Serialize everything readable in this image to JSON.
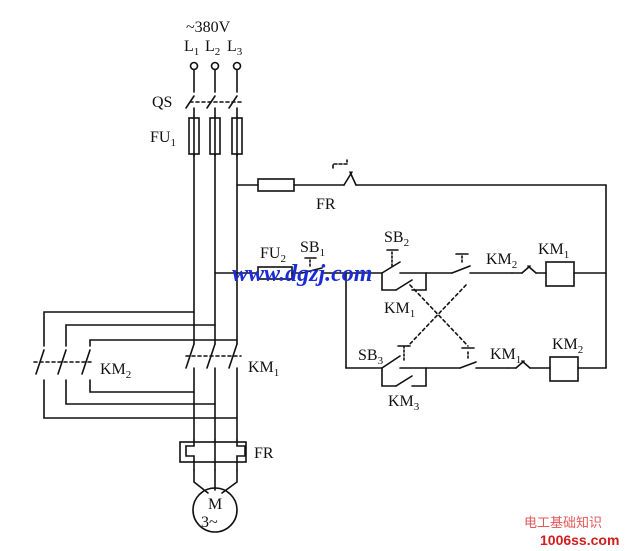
{
  "supply": {
    "voltage": "~380V",
    "phases": [
      {
        "letter": "L",
        "sub": "1"
      },
      {
        "letter": "L",
        "sub": "2"
      },
      {
        "letter": "L",
        "sub": "3"
      }
    ]
  },
  "labels": {
    "qs": "QS",
    "fu1": {
      "main": "FU",
      "sub": "1"
    },
    "fr_contact": "FR",
    "fu2": {
      "main": "FU",
      "sub": "2"
    },
    "sb1": {
      "main": "SB",
      "sub": "1"
    },
    "sb2": {
      "main": "SB",
      "sub": "2"
    },
    "km1_nc": {
      "main": "KM",
      "sub": "1"
    },
    "km2_nc": {
      "main": "KM",
      "sub": "2"
    },
    "km1_coil": {
      "main": "KM",
      "sub": "1"
    },
    "km2_coil": {
      "main": "KM",
      "sub": "2"
    },
    "sb3": {
      "main": "SB",
      "sub": "3"
    },
    "km3_aux": {
      "main": "KM",
      "sub": "3"
    },
    "km1_aux_upper": {
      "main": "KM",
      "sub": "1"
    },
    "km2_main": {
      "main": "KM",
      "sub": "2"
    },
    "km1_main": {
      "main": "KM",
      "sub": "1"
    },
    "fr_relay": "FR",
    "motor": {
      "main": "M",
      "sub": "3~"
    }
  },
  "watermarks": {
    "site": "www.dgzj.com",
    "cn": "电工基础知识",
    "url": "1006ss.com"
  },
  "colors": {
    "line": "#111111",
    "watermark_blue": "#1b2bd6",
    "watermark_red": "#d11d1d"
  }
}
